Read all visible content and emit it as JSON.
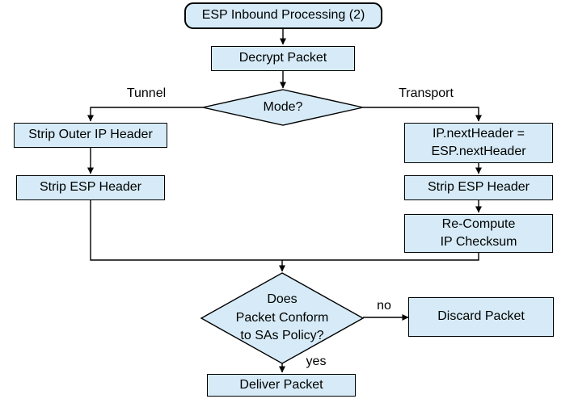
{
  "diagram": {
    "title": "ESP Inbound Processing (2)",
    "type": "flowchart"
  },
  "colors": {
    "node_fill": "#d6ebf7",
    "node_border": "#000000",
    "line": "#000000",
    "text": "#000000",
    "background": "#ffffff"
  },
  "nodes": {
    "start": {
      "label": "ESP Inbound Processing (2)",
      "shape": "rounded-rect"
    },
    "decrypt": {
      "label": "Decrypt Packet",
      "shape": "rect"
    },
    "mode": {
      "label": "Mode?",
      "shape": "diamond"
    },
    "strip_outer_ip": {
      "label": "Strip Outer IP Header",
      "shape": "rect"
    },
    "strip_esp_tunnel": {
      "label": "Strip ESP Header",
      "shape": "rect"
    },
    "ip_next_header": {
      "label": "IP.nextHeader =\nESP.nextHeader",
      "shape": "rect"
    },
    "strip_esp_transport": {
      "label": "Strip ESP Header",
      "shape": "rect"
    },
    "recompute_checksum": {
      "label": "Re-Compute\nIP Checksum",
      "shape": "rect"
    },
    "sa_policy_check": {
      "label": "Does\nPacket Conform\nto SAs Policy?",
      "shape": "diamond"
    },
    "discard": {
      "label": "Discard Packet",
      "shape": "rect"
    },
    "deliver": {
      "label": "Deliver Packet",
      "shape": "rect"
    }
  },
  "edge_labels": {
    "tunnel": "Tunnel",
    "transport": "Transport",
    "no": "no",
    "yes": "yes"
  }
}
